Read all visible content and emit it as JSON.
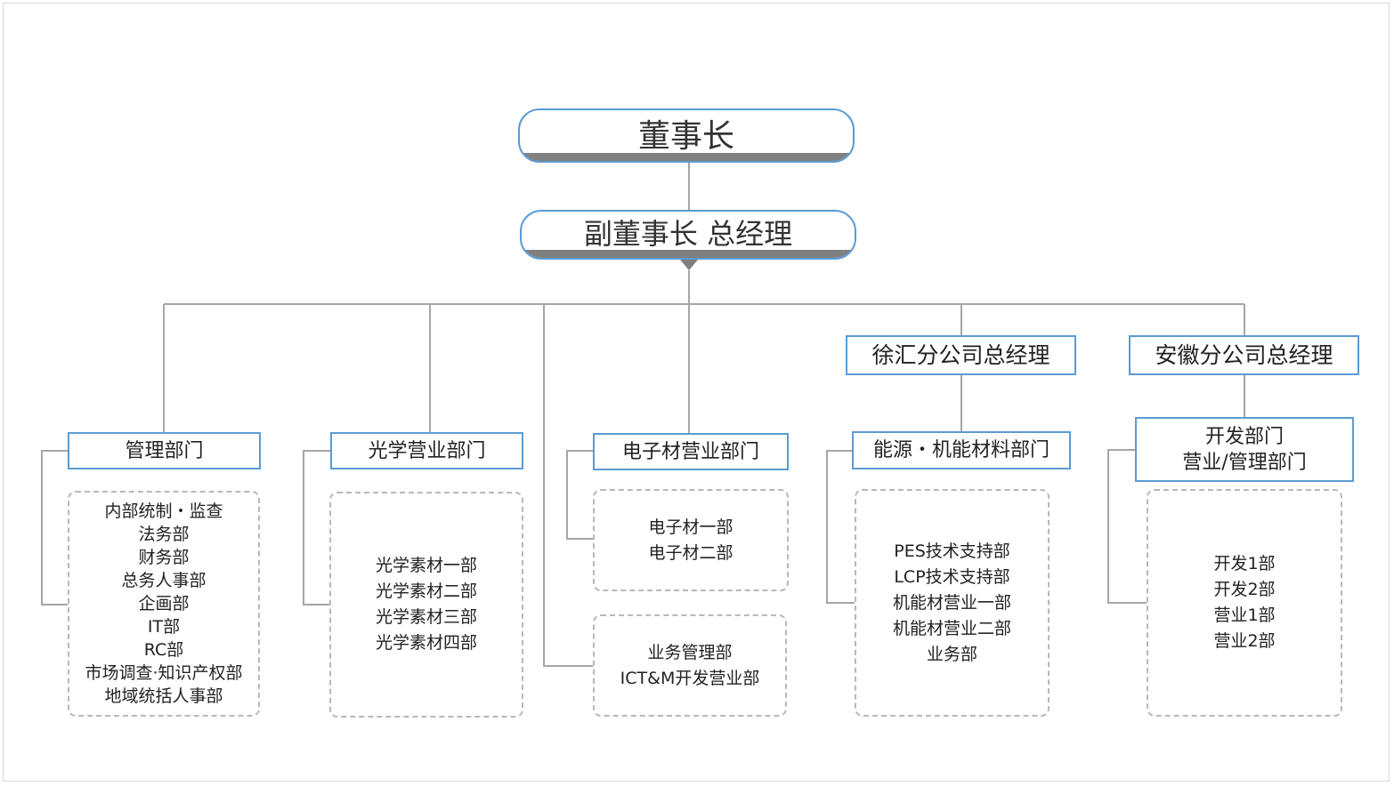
{
  "chairman": "董事长",
  "vice_chairman": "副董事长 总经理",
  "branch_managers": {
    "xuhui": "徐汇分公司总经理",
    "anhui": "安徽分公司总经理"
  },
  "departments": {
    "management": {
      "title": "管理部门",
      "items": [
        "内部统制・监查",
        "法务部",
        "财务部",
        "总务人事部",
        "企画部",
        "IT部",
        "RC部",
        "市场调查·知识产权部",
        "地域统括人事部"
      ]
    },
    "optical": {
      "title": "光学营业部门",
      "items": [
        "光学素材一部",
        "光学素材二部",
        "光学素材三部",
        "光学素材四部"
      ]
    },
    "electronic": {
      "title": "电子材营业部门",
      "items": [
        "电子材一部",
        "电子材二部"
      ]
    },
    "business_mgmt": {
      "items": [
        "业务管理部",
        "ICT&M开发营业部"
      ]
    },
    "energy": {
      "title": "能源・机能材料部门",
      "items": [
        "PES技术支持部",
        "LCP技术支持部",
        "机能材营业一部",
        "机能材营业二部",
        "业务部"
      ]
    },
    "development": {
      "title_line1": "开发部门",
      "title_line2": "营业/管理部门",
      "items": [
        "开发1部",
        "开发2部",
        "营业1部",
        "营业2部"
      ]
    }
  },
  "colors": {
    "box_border": "#5b9bd5",
    "connector": "#a6a6a6",
    "band": "#808080",
    "dashed": "#b8b8b8"
  }
}
